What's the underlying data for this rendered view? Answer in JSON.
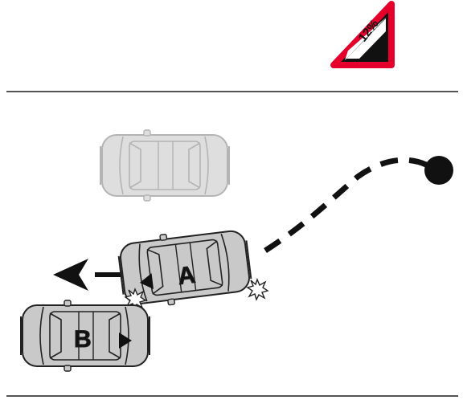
{
  "sign": {
    "grade_text": "12%",
    "icon": "steep-descent-warning-sign-icon",
    "border_color": "#e4002b"
  },
  "cars": {
    "parked": {
      "label": ""
    },
    "a": {
      "label": "A"
    },
    "b": {
      "label": "B"
    }
  },
  "colors": {
    "parked_body": "#d6d6d6",
    "parked_outline": "#b4b4b4",
    "car_body": "#c8c8c8",
    "car_outline": "#222222"
  }
}
